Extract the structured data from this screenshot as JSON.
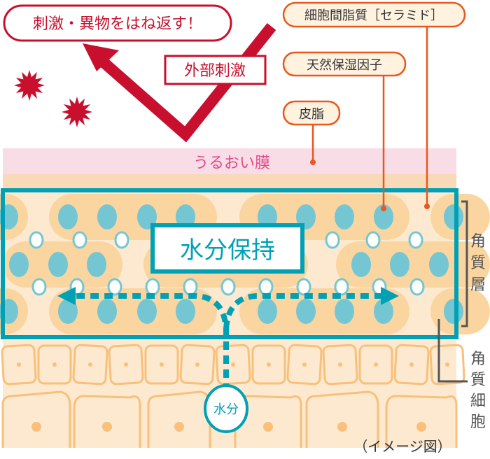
{
  "callout_repel": "刺激・異物をはね返す！",
  "external_stimulus": "外部刺激",
  "labels": {
    "ceramide": "細胞間脂質［セラミド］",
    "nmf": "天然保湿因子",
    "sebum": "皮脂",
    "moisture_film": "うるおい膜",
    "water_retention": "水分保持",
    "stratum_corneum": [
      "角",
      "質",
      "層"
    ],
    "corneocyte": [
      "角",
      "質",
      "細",
      "胞"
    ],
    "water": "水分",
    "image_note": "（イメージ図）"
  },
  "colors": {
    "red": "#c8102e",
    "orange": "#e8571e",
    "teal": "#00a0b5",
    "teal_light": "#74c7d2",
    "pink_text": "#e4488a",
    "pill": "#fad5a0",
    "skin": "#fde9d0",
    "cell_line": "#f8c07a"
  }
}
